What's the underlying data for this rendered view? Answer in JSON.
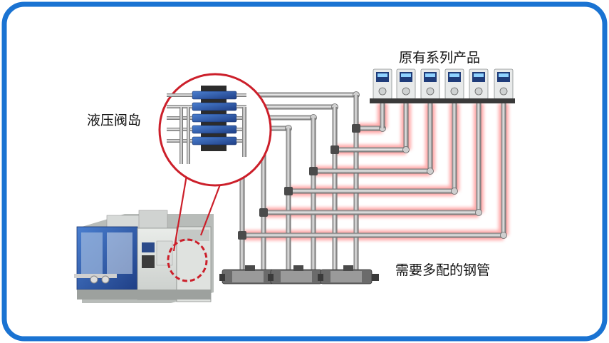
{
  "labels": {
    "valve_island": "液压阀岛",
    "existing_series": "原有系列产品",
    "many_pipes": "需要多配的钢管"
  },
  "colors": {
    "border": "#1a73d2",
    "pipe": "#777777",
    "pipe_highlight": "#f3f3f3",
    "pipe_glow": "#ff9a9a",
    "circle": "#cc1f2a",
    "valve_block": "#1f4f9c",
    "machine_blue": "#2d59a8"
  },
  "counts": {
    "sensor_units": 6,
    "cylinders": 3,
    "valve_stations": 5
  }
}
